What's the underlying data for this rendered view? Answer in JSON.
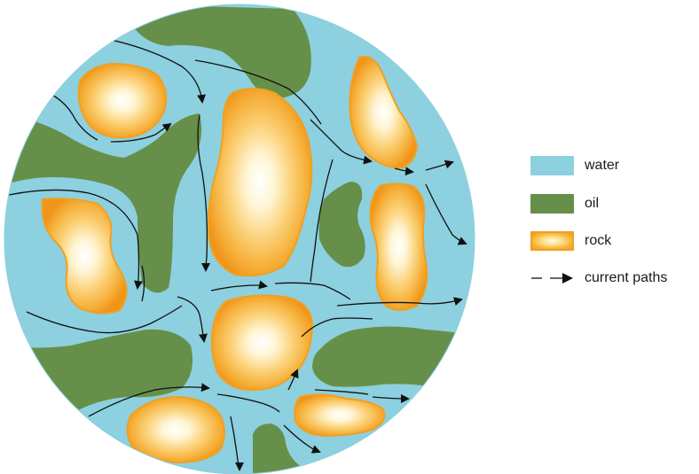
{
  "colors": {
    "water": "#8dd0df",
    "oil": "#66904a",
    "rock_outer": "#f0951a",
    "rock_mid": "#f9c24a",
    "rock_inner": "#ffffff",
    "path": "#111111"
  },
  "legend": {
    "water_label": "water",
    "oil_label": "oil",
    "rock_label": "rock",
    "paths_label": "current paths"
  }
}
